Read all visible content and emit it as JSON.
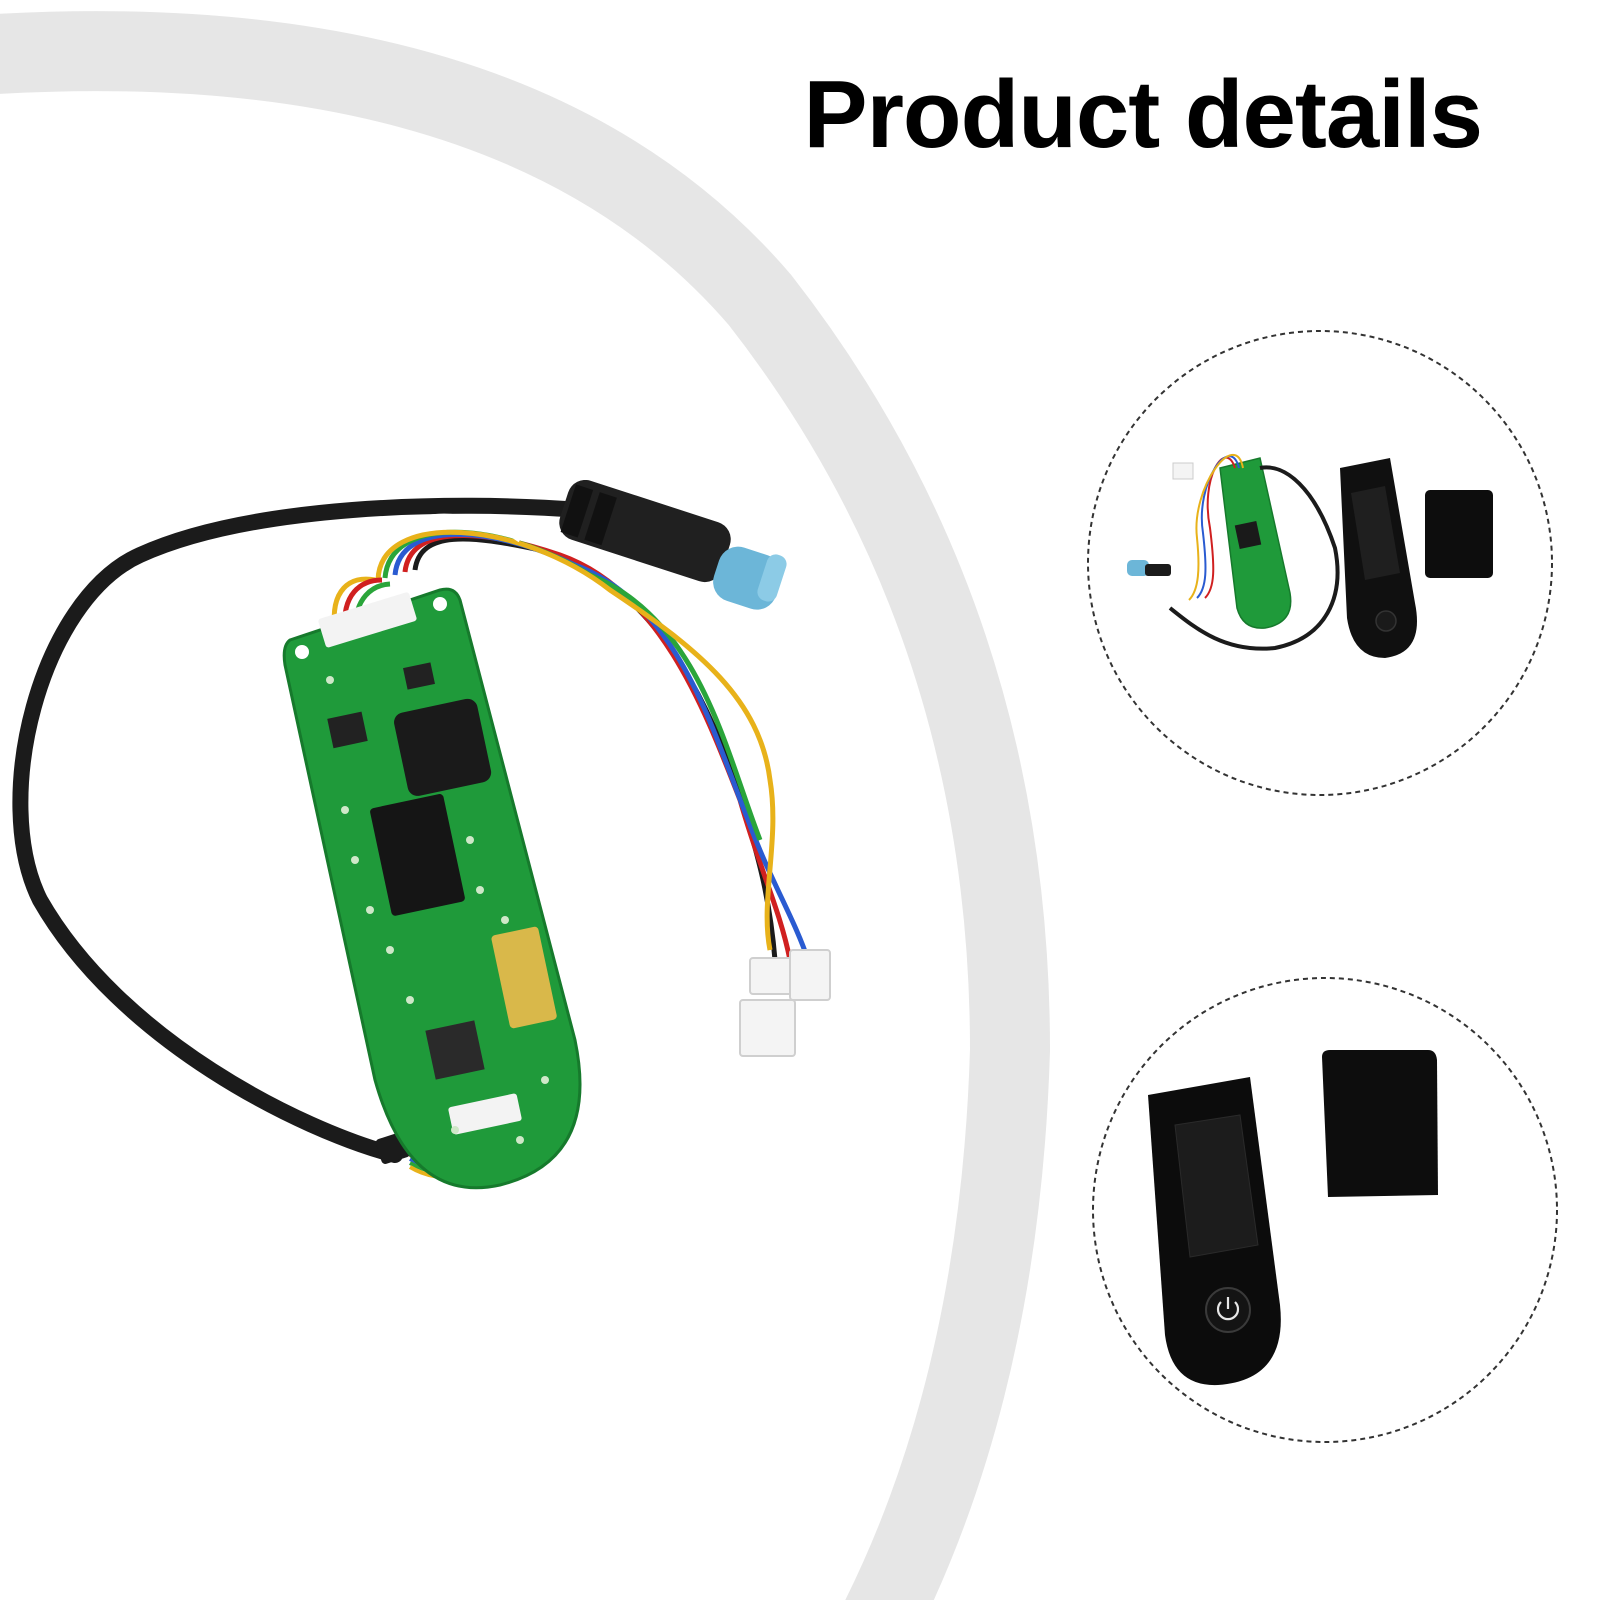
{
  "page": {
    "title": "Product details"
  },
  "colors": {
    "background": "#ffffff",
    "arc": "#e6e6e6",
    "pcb_green": "#1f9a3a",
    "cable_black": "#1b1b1b",
    "connector_blue": "#6cb6d8",
    "dashed_border": "#333333"
  },
  "images": {
    "main": "dashboard-circuit-board-with-cable",
    "detail_top": "full-kit-board-cover-and-sticker",
    "detail_bottom": "display-cover-and-protective-sticker"
  },
  "icons": {
    "power": "power-icon"
  }
}
